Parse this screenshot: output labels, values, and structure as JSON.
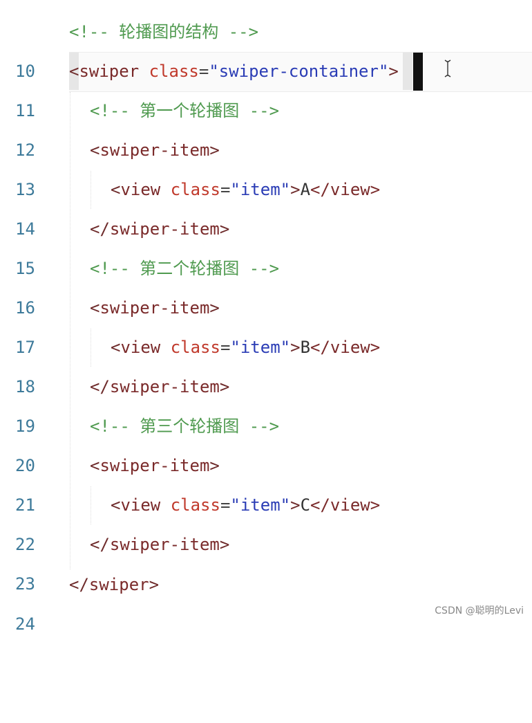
{
  "editor": {
    "lines": [
      {
        "num": "10",
        "comment": "<!-- 轮播图的结构 -->"
      },
      {
        "num": "11",
        "tag_open": "<",
        "tag": "swiper",
        "attr": "class",
        "eq": "=",
        "str": "\"swiper-container\"",
        "tag_close": ">"
      },
      {
        "num": "12",
        "comment": "<!-- 第一个轮播图 -->"
      },
      {
        "num": "13",
        "tag_open": "<",
        "tag": "swiper-item",
        "tag_close": ">"
      },
      {
        "num": "14",
        "tag_open": "<",
        "tag": "view",
        "attr": "class",
        "eq": "=",
        "str": "\"item\"",
        "tag_close": ">",
        "text": "A",
        "end_tag": "</view>"
      },
      {
        "num": "15",
        "tag_open": "</",
        "tag": "swiper-item",
        "tag_close": ">"
      },
      {
        "num": "16",
        "comment": "<!-- 第二个轮播图 -->"
      },
      {
        "num": "17",
        "tag_open": "<",
        "tag": "swiper-item",
        "tag_close": ">"
      },
      {
        "num": "18",
        "tag_open": "<",
        "tag": "view",
        "attr": "class",
        "eq": "=",
        "str": "\"item\"",
        "tag_close": ">",
        "text": "B",
        "end_tag": "</view>"
      },
      {
        "num": "19",
        "tag_open": "</",
        "tag": "swiper-item",
        "tag_close": ">"
      },
      {
        "num": "20",
        "comment": "<!-- 第三个轮播图 -->"
      },
      {
        "num": "21",
        "tag_open": "<",
        "tag": "swiper-item",
        "tag_close": ">"
      },
      {
        "num": "22",
        "tag_open": "<",
        "tag": "view",
        "attr": "class",
        "eq": "=",
        "str": "\"item\"",
        "tag_close": ">",
        "text": "C",
        "end_tag": "</view>"
      },
      {
        "num": "23",
        "tag_open": "</",
        "tag": "swiper-item",
        "tag_close": ">"
      },
      {
        "num": "24",
        "tag_open": "</",
        "tag": "swiper",
        "tag_close": ">"
      }
    ]
  },
  "watermark": "CSDN @聪明的Levi",
  "colors": {
    "line_number": "#3d7a9a",
    "tag": "#7a2a2a",
    "attribute": "#c0392b",
    "string": "#2a3cb5",
    "comment": "#4f9a4f",
    "caret": "#111111"
  }
}
